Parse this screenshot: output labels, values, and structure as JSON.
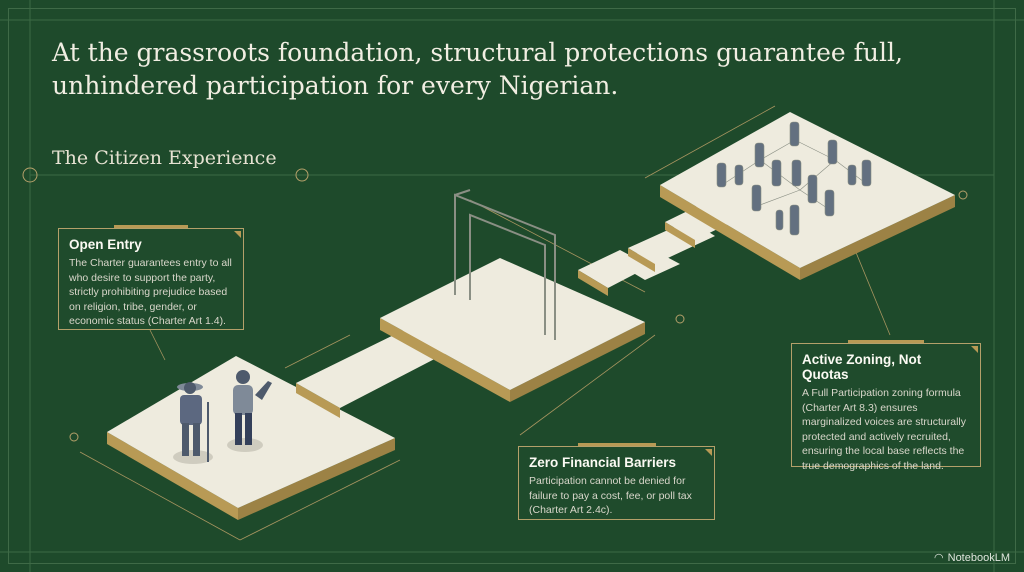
{
  "headline": "At the grassroots foundation, structural protections guarantee full, unhindered participation for every Nigerian.",
  "subtitle": "The Citizen Experience",
  "cards": [
    {
      "title": "Open Entry",
      "body": "The Charter guarantees entry to all who desire to support the party, strictly prohibiting prejudice based on religion, tribe, gender, or economic status (Charter Art 1.4)."
    },
    {
      "title": "Zero Financial Barriers",
      "body": "Participation cannot be denied for failure to pay a cost, fee, or poll tax (Charter Art 2.4c)."
    },
    {
      "title": "Active Zoning, Not Quotas",
      "body": "A Full Participation zoning formula (Charter Art 8.3) ensures marginalized voices are structurally protected and actively recruited, ensuring the local base reflects the true demographics of the land."
    }
  ],
  "brand": "NotebookLM",
  "colors": {
    "background": "#1e4a2b",
    "platform_top": "#eeebde",
    "platform_side": "#b89a55",
    "figure": "#5f6c7e",
    "accent": "#b4a06a"
  }
}
